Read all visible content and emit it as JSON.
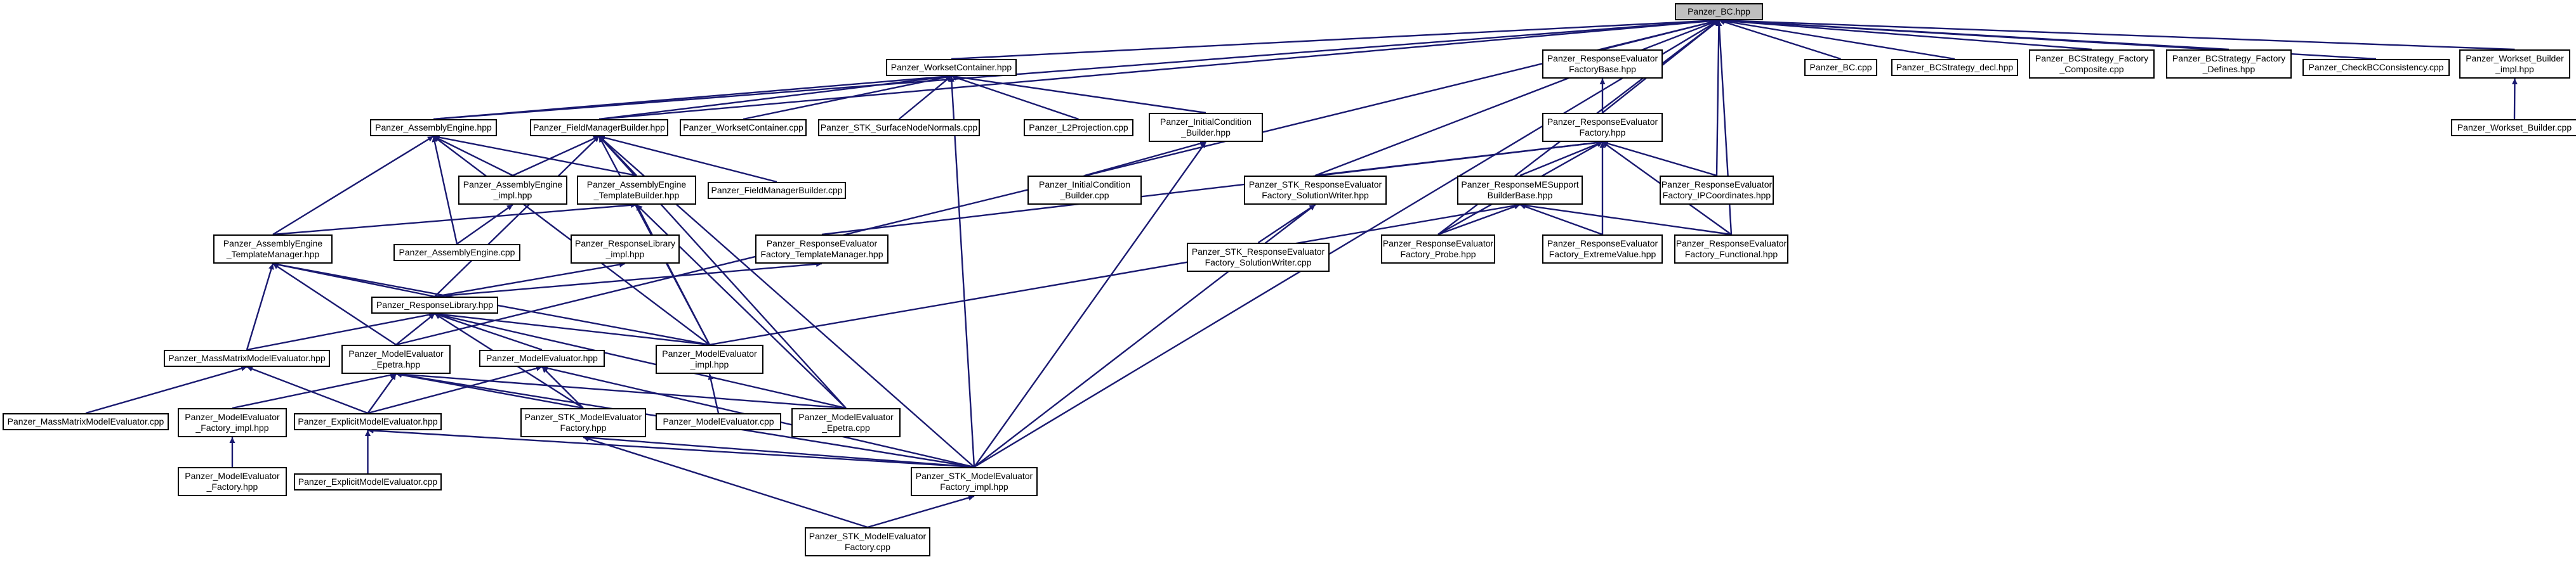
{
  "graph": {
    "type": "include-dependency-graph",
    "root": "Panzer_BC.hpp",
    "colors": {
      "edge": "#191970",
      "node_border": "#000000",
      "root_fill": "#bfbfbf",
      "node_fill": "#ffffff"
    },
    "nodes": [
      {
        "id": "bc_hpp",
        "label": "Panzer_BC.hpp",
        "root": true
      },
      {
        "id": "wc_hpp",
        "label": "Panzer_WorksetContainer.hpp"
      },
      {
        "id": "ref_base",
        "label": "Panzer_ResponseEvaluator\nFactoryBase.hpp"
      },
      {
        "id": "bc_cpp",
        "label": "Panzer_BC.cpp"
      },
      {
        "id": "bcs_decl",
        "label": "Panzer_BCStrategy_decl.hpp"
      },
      {
        "id": "bcs_fc",
        "label": "Panzer_BCStrategy_Factory\n_Composite.cpp"
      },
      {
        "id": "bcs_fd",
        "label": "Panzer_BCStrategy_Factory\n_Defines.hpp"
      },
      {
        "id": "checkbc",
        "label": "Panzer_CheckBCConsistency.cpp"
      },
      {
        "id": "wb_impl",
        "label": "Panzer_Workset_Builder\n_impl.hpp"
      },
      {
        "id": "wb_cpp",
        "label": "Panzer_Workset_Builder.cpp"
      },
      {
        "id": "ae_hpp",
        "label": "Panzer_AssemblyEngine.hpp"
      },
      {
        "id": "fmb_hpp",
        "label": "Panzer_FieldManagerBuilder.hpp"
      },
      {
        "id": "wc_cpp",
        "label": "Panzer_WorksetContainer.cpp"
      },
      {
        "id": "stk_sn",
        "label": "Panzer_STK_SurfaceNodeNormals.cpp"
      },
      {
        "id": "l2p",
        "label": "Panzer_L2Projection.cpp"
      },
      {
        "id": "icb_hpp",
        "label": "Panzer_InitialCondition\n_Builder.hpp"
      },
      {
        "id": "ref_hpp",
        "label": "Panzer_ResponseEvaluator\nFactory.hpp"
      },
      {
        "id": "ae_impl",
        "label": "Panzer_AssemblyEngine\n_impl.hpp"
      },
      {
        "id": "ae_tb",
        "label": "Panzer_AssemblyEngine\n_TemplateBuilder.hpp"
      },
      {
        "id": "fmb_cpp",
        "label": "Panzer_FieldManagerBuilder.cpp"
      },
      {
        "id": "icb_cpp",
        "label": "Panzer_InitialCondition\n_Builder.cpp"
      },
      {
        "id": "stk_ref_sw",
        "label": "Panzer_STK_ResponseEvaluator\nFactory_SolutionWriter.hpp"
      },
      {
        "id": "rme_sbb",
        "label": "Panzer_ResponseMESupport\nBuilderBase.hpp"
      },
      {
        "id": "ref_ipc",
        "label": "Panzer_ResponseEvaluator\nFactory_IPCoordinates.hpp"
      },
      {
        "id": "ae_tm",
        "label": "Panzer_AssemblyEngine\n_TemplateManager.hpp"
      },
      {
        "id": "ae_cpp",
        "label": "Panzer_AssemblyEngine.cpp"
      },
      {
        "id": "rl_impl",
        "label": "Panzer_ResponseLibrary\n_impl.hpp"
      },
      {
        "id": "ref_tm",
        "label": "Panzer_ResponseEvaluator\nFactory_TemplateManager.hpp"
      },
      {
        "id": "stk_ref_sw_cpp",
        "label": "Panzer_STK_ResponseEvaluator\nFactory_SolutionWriter.cpp"
      },
      {
        "id": "ref_probe",
        "label": "Panzer_ResponseEvaluator\nFactory_Probe.hpp"
      },
      {
        "id": "ref_ev",
        "label": "Panzer_ResponseEvaluator\nFactory_ExtremeValue.hpp"
      },
      {
        "id": "ref_func",
        "label": "Panzer_ResponseEvaluator\nFactory_Functional.hpp"
      },
      {
        "id": "rl_hpp",
        "label": "Panzer_ResponseLibrary.hpp"
      },
      {
        "id": "mmme_hpp",
        "label": "Panzer_MassMatrixModelEvaluator.hpp"
      },
      {
        "id": "mee_hpp",
        "label": "Panzer_ModelEvaluator\n_Epetra.hpp"
      },
      {
        "id": "me_hpp",
        "label": "Panzer_ModelEvaluator.hpp"
      },
      {
        "id": "me_impl",
        "label": "Panzer_ModelEvaluator\n_impl.hpp"
      },
      {
        "id": "mmme_cpp",
        "label": "Panzer_MassMatrixModelEvaluator.cpp"
      },
      {
        "id": "mef_impl",
        "label": "Panzer_ModelEvaluator\n_Factory_impl.hpp"
      },
      {
        "id": "eme_hpp",
        "label": "Panzer_ExplicitModelEvaluator.hpp"
      },
      {
        "id": "stk_mef_hpp",
        "label": "Panzer_STK_ModelEvaluator\nFactory.hpp"
      },
      {
        "id": "me_cpp",
        "label": "Panzer_ModelEvaluator.cpp"
      },
      {
        "id": "mee_cpp",
        "label": "Panzer_ModelEvaluator\n_Epetra.cpp"
      },
      {
        "id": "mef_hpp",
        "label": "Panzer_ModelEvaluator\n_Factory.hpp"
      },
      {
        "id": "eme_cpp",
        "label": "Panzer_ExplicitModelEvaluator.cpp"
      },
      {
        "id": "stk_mef_impl",
        "label": "Panzer_STK_ModelEvaluator\nFactory_impl.hpp"
      },
      {
        "id": "stk_mef_cpp",
        "label": "Panzer_STK_ModelEvaluator\nFactory.cpp"
      }
    ],
    "edges": [
      [
        "wc_hpp",
        "bc_hpp"
      ],
      [
        "ref_base",
        "bc_hpp"
      ],
      [
        "bc_cpp",
        "bc_hpp"
      ],
      [
        "bcs_decl",
        "bc_hpp"
      ],
      [
        "bcs_fc",
        "bc_hpp"
      ],
      [
        "bcs_fd",
        "bc_hpp"
      ],
      [
        "checkbc",
        "bc_hpp"
      ],
      [
        "wb_impl",
        "bc_hpp"
      ],
      [
        "ae_hpp",
        "bc_hpp"
      ],
      [
        "fmb_hpp",
        "bc_hpp"
      ],
      [
        "ref_hpp",
        "bc_hpp"
      ],
      [
        "stk_ref_sw",
        "bc_hpp"
      ],
      [
        "ref_ipc",
        "bc_hpp"
      ],
      [
        "ref_probe",
        "bc_hpp"
      ],
      [
        "ref_func",
        "bc_hpp"
      ],
      [
        "stk_mef_impl",
        "bc_hpp"
      ],
      [
        "mee_hpp",
        "bc_hpp"
      ],
      [
        "fmb_hpp",
        "wc_hpp"
      ],
      [
        "wc_cpp",
        "wc_hpp"
      ],
      [
        "stk_sn",
        "wc_hpp"
      ],
      [
        "l2p",
        "wc_hpp"
      ],
      [
        "icb_hpp",
        "wc_hpp"
      ],
      [
        "ae_hpp",
        "wc_hpp"
      ],
      [
        "stk_mef_impl",
        "wc_hpp"
      ],
      [
        "ref_hpp",
        "ref_base"
      ],
      [
        "wb_cpp",
        "wb_impl"
      ],
      [
        "ae_impl",
        "ae_hpp"
      ],
      [
        "ae_tb",
        "ae_hpp"
      ],
      [
        "ae_cpp",
        "ae_hpp"
      ],
      [
        "ae_tm",
        "ae_hpp"
      ],
      [
        "me_impl",
        "ae_hpp"
      ],
      [
        "ae_tb",
        "fmb_hpp"
      ],
      [
        "fmb_cpp",
        "fmb_hpp"
      ],
      [
        "ae_impl",
        "fmb_hpp"
      ],
      [
        "rl_hpp",
        "fmb_hpp"
      ],
      [
        "me_impl",
        "fmb_hpp"
      ],
      [
        "mee_cpp",
        "fmb_hpp"
      ],
      [
        "stk_mef_impl",
        "fmb_hpp"
      ],
      [
        "icb_cpp",
        "icb_hpp"
      ],
      [
        "stk_mef_impl",
        "icb_hpp"
      ],
      [
        "stk_ref_sw",
        "ref_hpp"
      ],
      [
        "rme_sbb",
        "ref_hpp"
      ],
      [
        "ref_ipc",
        "ref_hpp"
      ],
      [
        "ref_tm",
        "ref_hpp"
      ],
      [
        "ref_probe",
        "ref_hpp"
      ],
      [
        "ref_ev",
        "ref_hpp"
      ],
      [
        "ref_func",
        "ref_hpp"
      ],
      [
        "ae_cpp",
        "ae_impl"
      ],
      [
        "ae_tm",
        "ae_tb"
      ],
      [
        "me_impl",
        "ae_tb"
      ],
      [
        "mee_cpp",
        "ae_tb"
      ],
      [
        "stk_ref_sw_cpp",
        "stk_ref_sw"
      ],
      [
        "stk_mef_impl",
        "stk_ref_sw"
      ],
      [
        "ref_probe",
        "rme_sbb"
      ],
      [
        "ref_ev",
        "rme_sbb"
      ],
      [
        "ref_func",
        "rme_sbb"
      ],
      [
        "me_impl",
        "rme_sbb"
      ],
      [
        "rl_hpp",
        "ae_tm"
      ],
      [
        "mmme_hpp",
        "ae_tm"
      ],
      [
        "mee_hpp",
        "ae_tm"
      ],
      [
        "me_impl",
        "ae_tm"
      ],
      [
        "rl_hpp",
        "rl_impl"
      ],
      [
        "rl_hpp",
        "ref_tm"
      ],
      [
        "mmme_hpp",
        "rl_hpp"
      ],
      [
        "mee_hpp",
        "rl_hpp"
      ],
      [
        "me_hpp",
        "rl_hpp"
      ],
      [
        "me_impl",
        "rl_hpp"
      ],
      [
        "stk_mef_hpp",
        "rl_hpp"
      ],
      [
        "mee_cpp",
        "rl_hpp"
      ],
      [
        "mmme_cpp",
        "mmme_hpp"
      ],
      [
        "eme_hpp",
        "mmme_hpp"
      ],
      [
        "mef_impl",
        "mee_hpp"
      ],
      [
        "eme_hpp",
        "mee_hpp"
      ],
      [
        "stk_mef_hpp",
        "mee_hpp"
      ],
      [
        "mee_cpp",
        "mee_hpp"
      ],
      [
        "stk_mef_impl",
        "mee_hpp"
      ],
      [
        "eme_hpp",
        "me_hpp"
      ],
      [
        "stk_mef_hpp",
        "me_hpp"
      ],
      [
        "me_cpp",
        "me_impl"
      ],
      [
        "stk_mef_impl",
        "me_hpp"
      ],
      [
        "mef_hpp",
        "mef_impl"
      ],
      [
        "eme_cpp",
        "eme_hpp"
      ],
      [
        "stk_mef_impl",
        "eme_hpp"
      ],
      [
        "stk_mef_impl",
        "stk_mef_hpp"
      ],
      [
        "stk_mef_cpp",
        "stk_mef_impl"
      ],
      [
        "stk_mef_cpp",
        "stk_mef_hpp"
      ]
    ]
  }
}
